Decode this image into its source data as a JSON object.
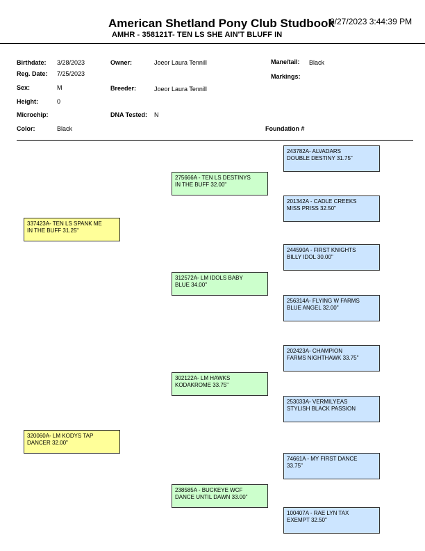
{
  "header": {
    "title": "American Shetland Pony Club Studbook",
    "subtitle": "AMHR - 358121T- TEN LS SHE AIN'T BLUFF IN",
    "datetime": "8/27/2023 3:44:39 PM"
  },
  "details": {
    "birthdate_label": "Birthdate:",
    "birthdate": "3/28/2023",
    "regdate_label": "Reg. Date:",
    "regdate": "7/25/2023",
    "sex_label": "Sex:",
    "sex": "M",
    "height_label": "Height:",
    "height": "0",
    "microchip_label": "Microchip:",
    "color_label": "Color:",
    "color": "Black",
    "owner_label": "Owner:",
    "owner": "Joeor Laura Tennill",
    "breeder_label": "Breeder:",
    "breeder": "Joeor Laura Tennill",
    "dna_label": "DNA Tested:",
    "dna": "N",
    "mane_label": "Mane/tail:",
    "mane": "Black",
    "markings_label": "Markings:",
    "foundation_label": "Foundation #"
  },
  "pedigree": {
    "sire": {
      "line1": "337423A- TEN LS SPANK ME",
      "line2": "IN THE BUFF 31.25\""
    },
    "dam": {
      "line1": "320060A- LM KODYS TAP",
      "line2": "DANCER 32.00\""
    },
    "sire_sire": {
      "line1": "275666A - TEN LS DESTINYS",
      "line2": "IN THE BUFF 32.00\""
    },
    "sire_dam": {
      "line1": "312572A- LM IDOLS BABY",
      "line2": "BLUE 34.00\""
    },
    "dam_sire": {
      "line1": "302122A- LM HAWKS",
      "line2": "KODAKROME 33.75\""
    },
    "dam_dam": {
      "line1": "238585A - BUCKEYE WCF",
      "line2": "DANCE UNTIL DAWN 33.00\""
    },
    "ggp": [
      {
        "line1": "243782A- ALVADARS",
        "line2": "DOUBLE DESTINY 31.75\""
      },
      {
        "line1": "201342A - CADLE CREEKS",
        "line2": "MISS PRISS 32.50\""
      },
      {
        "line1": "244590A - FIRST KNIGHTS",
        "line2": "BILLY IDOL 30.00\""
      },
      {
        "line1": "256314A- FLYING W FARMS",
        "line2": "BLUE ANGEL 32.00\""
      },
      {
        "line1": "202423A- CHAMPION",
        "line2": "FARMS NIGHTHAWK 33.75\""
      },
      {
        "line1": "253033A- VERMILYEAS",
        "line2": "STYLISH BLACK PASSION"
      },
      {
        "line1": "74661A - MY FIRST DANCE",
        "line2": "33.75\""
      },
      {
        "line1": "100407A - RAE LYN TAX",
        "line2": "EXEMPT 32.50\""
      }
    ]
  }
}
